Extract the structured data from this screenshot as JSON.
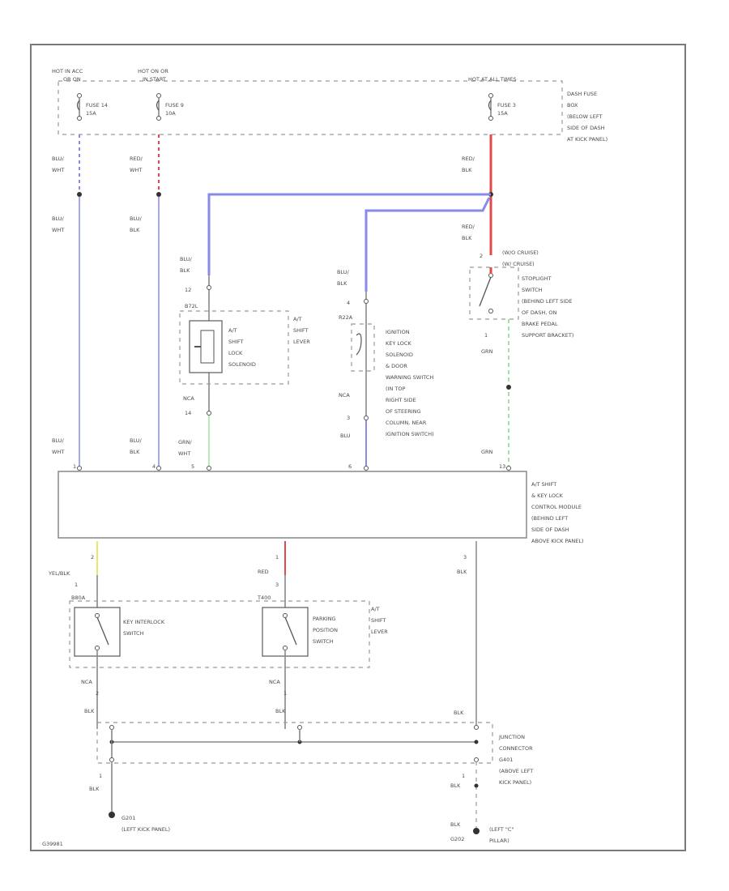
{
  "colors": {
    "blue": "#8a8ae8",
    "red": "#e24a4a",
    "green": "#9ee39e",
    "yellow": "#e8e86a",
    "wire": "#888888"
  },
  "fuses": {
    "f1": {
      "feed": "HOT IN ACC",
      "feed2": "OR ON",
      "name": "FUSE 14",
      "amps": "15A"
    },
    "f2": {
      "feed": "HOT ON OR",
      "feed2": "IN START",
      "name": "FUSE 9",
      "amps": "10A"
    },
    "f3": {
      "feed": "HOT AT ALL TIMES",
      "name": "FUSE 3",
      "amps": "15A"
    },
    "box": [
      "DASH FUSE",
      "BOX",
      "(BELOW LEFT",
      "SIDE OF DASH",
      "AT KICK PANEL)"
    ]
  },
  "wires": {
    "blu_wht_top": [
      "BLU/",
      "WHT"
    ],
    "red_wht_top": [
      "RED/",
      "WHT"
    ],
    "red_blk_top": [
      "RED/",
      "BLK"
    ],
    "blu_wht_mid": [
      "BLU/",
      "WHT"
    ],
    "blu_blk_mid": [
      "BLU/",
      "BLK"
    ],
    "red_blk_mid": [
      "RED/",
      "BLK"
    ],
    "blu_blk_sol": [
      "BLU/",
      "BLK"
    ],
    "blu_blk_ign": [
      "BLU/",
      "BLK"
    ],
    "grn_stop": "GRN",
    "nca_1": "NCA",
    "nca_2": "NCA",
    "blu_low": "BLU",
    "grn_wht": [
      "GRN/",
      "WHT"
    ],
    "blu_wht_low": [
      "BLU/",
      "WHT"
    ],
    "blu_blk_low": [
      "BLU/",
      "BLK"
    ],
    "grn_low": "GRN",
    "yel_blk": "YEL/BLK",
    "red_low": "RED",
    "blk_low": "BLK",
    "nca_3": "NCA",
    "nca_4": "NCA",
    "blk_1": "BLK",
    "blk_2": "BLK",
    "blk_3": "BLK",
    "blk_4": "BLK",
    "blk_5": "BLK",
    "blk_6": "BLK"
  },
  "pins": {
    "p12": "12",
    "p14": "14",
    "p4": "4",
    "p2": "2",
    "p1": "1",
    "p1b": "1",
    "p3": "3",
    "p4b": "4",
    "p5": "5",
    "p6": "6",
    "p13": "13",
    "p2b": "2",
    "p1c": "1",
    "p1d": "1",
    "p3b": "3",
    "conn_sol": "B72L",
    "conn_ign": "R22A",
    "conn_key": "B80A",
    "conn_park": "T400"
  },
  "stoplight": {
    "pin_top": "2",
    "labels": [
      "(W/O CRUISE)",
      "(W/ CRUISE)"
    ],
    "desc": [
      "STOPLIGHT",
      "SWITCH",
      "(BEHIND LEFT SIDE",
      "OF DASH, ON",
      "BRAKE PEDAL",
      "SUPPORT BRACKET)"
    ]
  },
  "shift_solenoid": {
    "name": [
      "A/T",
      "SHIFT",
      "LOCK",
      "SOLENOID"
    ],
    "lever": [
      "A/T",
      "SHIFT",
      "LEVER"
    ]
  },
  "ignition_solenoid": {
    "desc": [
      "IGNITION",
      "KEY LOCK",
      "SOLENOID",
      "& DOOR",
      "WARNING SWITCH",
      "(IN TOP",
      "RIGHT SIDE",
      "OF STEERING",
      "COLUMN, NEAR",
      "IGNITION SWITCH)"
    ]
  },
  "module": {
    "desc": [
      "A/T SHIFT",
      "& KEY LOCK",
      "CONTROL MODULE",
      "(BEHIND LEFT",
      "SIDE OF DASH",
      "ABOVE KICK PANEL)"
    ]
  },
  "switches": {
    "key": [
      "KEY INTERLOCK",
      "SWITCH"
    ],
    "park": [
      "PARKING",
      "POSITION",
      "SWITCH"
    ],
    "lever": [
      "A/T",
      "SHIFT",
      "LEVER"
    ]
  },
  "junction": {
    "desc": [
      "JUNCTION",
      "CONNECTOR",
      "G401",
      "(ABOVE LEFT",
      "KICK PANEL)"
    ]
  },
  "grounds": {
    "g201": [
      "G201",
      "(LEFT KICK PANEL)"
    ],
    "g202": [
      "(LEFT \"C\"",
      "PILLAR)"
    ],
    "g202_id": "G202"
  },
  "footer": {
    "code": "G39981"
  }
}
